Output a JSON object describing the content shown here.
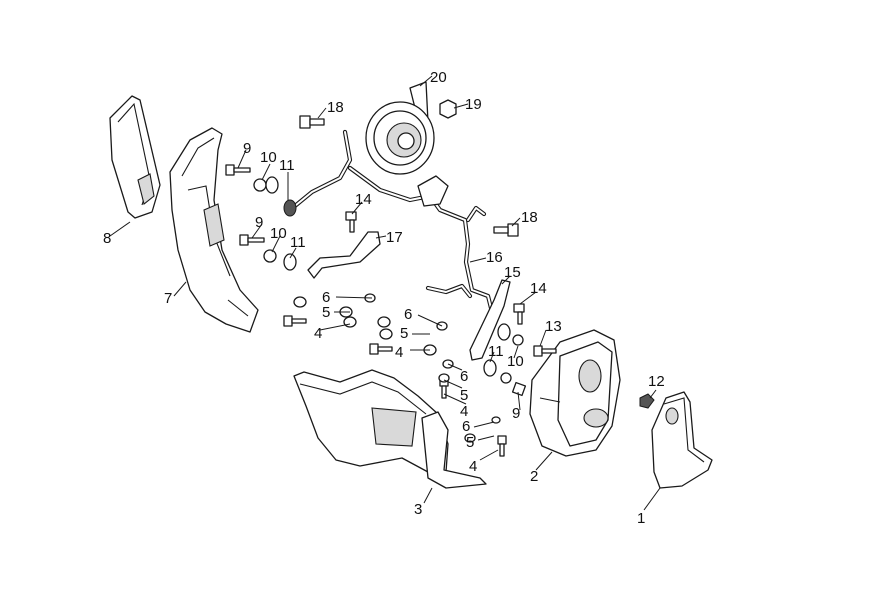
{
  "diagram": {
    "callouts": [
      {
        "label": "1"
      },
      {
        "label": "2"
      },
      {
        "label": "3"
      },
      {
        "label": "4"
      },
      {
        "label": "4"
      },
      {
        "label": "4"
      },
      {
        "label": "4"
      },
      {
        "label": "5"
      },
      {
        "label": "5"
      },
      {
        "label": "5"
      },
      {
        "label": "5"
      },
      {
        "label": "6"
      },
      {
        "label": "6"
      },
      {
        "label": "6"
      },
      {
        "label": "6"
      },
      {
        "label": "7"
      },
      {
        "label": "8"
      },
      {
        "label": "9"
      },
      {
        "label": "9"
      },
      {
        "label": "9"
      },
      {
        "label": "10"
      },
      {
        "label": "10"
      },
      {
        "label": "10"
      },
      {
        "label": "11"
      },
      {
        "label": "11"
      },
      {
        "label": "11"
      },
      {
        "label": "12"
      },
      {
        "label": "13"
      },
      {
        "label": "14"
      },
      {
        "label": "14"
      },
      {
        "label": "15"
      },
      {
        "label": "16"
      },
      {
        "label": "17"
      },
      {
        "label": "18"
      },
      {
        "label": "18"
      },
      {
        "label": "19"
      },
      {
        "label": "20"
      }
    ]
  }
}
